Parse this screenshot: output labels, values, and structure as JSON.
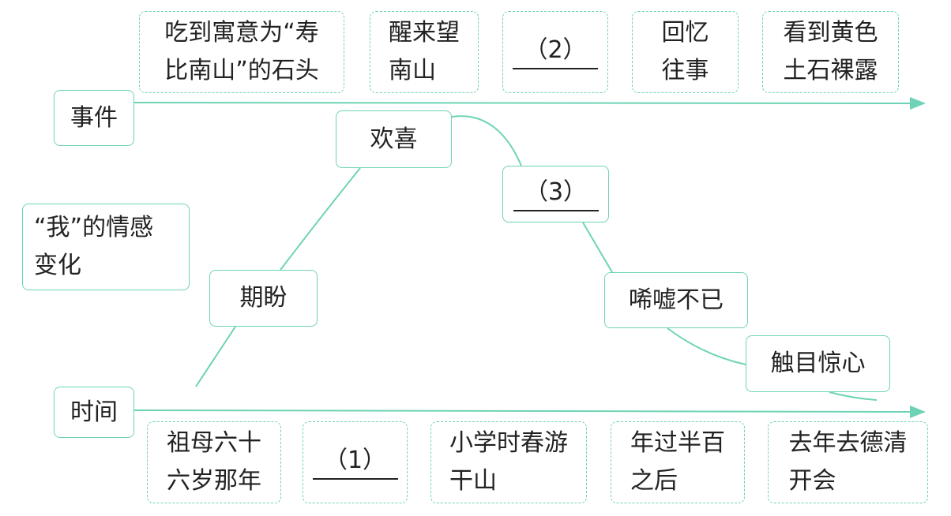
{
  "axes": {
    "events_label": "事件",
    "time_label": "时间",
    "emotion_label": "“我”的情感变化"
  },
  "events": [
    {
      "text": "吃到寓意为“寿\n比南山”的石头"
    },
    {
      "text": "醒来望\n南山"
    },
    {
      "text": "（2）",
      "blank": true
    },
    {
      "text": "回忆\n往事"
    },
    {
      "text": "看到黄色\n土石裸露"
    }
  ],
  "times": [
    {
      "text": "祖母六十\n六岁那年"
    },
    {
      "text": "（1）",
      "blank": true
    },
    {
      "text": "小学时春游\n干山"
    },
    {
      "text": "年过半百\n之后"
    },
    {
      "text": "去年去德清\n开会"
    }
  ],
  "emotions": [
    {
      "text": "期盼"
    },
    {
      "text": "欢喜"
    },
    {
      "text": "（3）",
      "blank": true
    },
    {
      "text": "唏嘘不已"
    },
    {
      "text": "触目惊心"
    }
  ],
  "colors": {
    "accent": "#6ed3b6",
    "text": "#222222"
  }
}
